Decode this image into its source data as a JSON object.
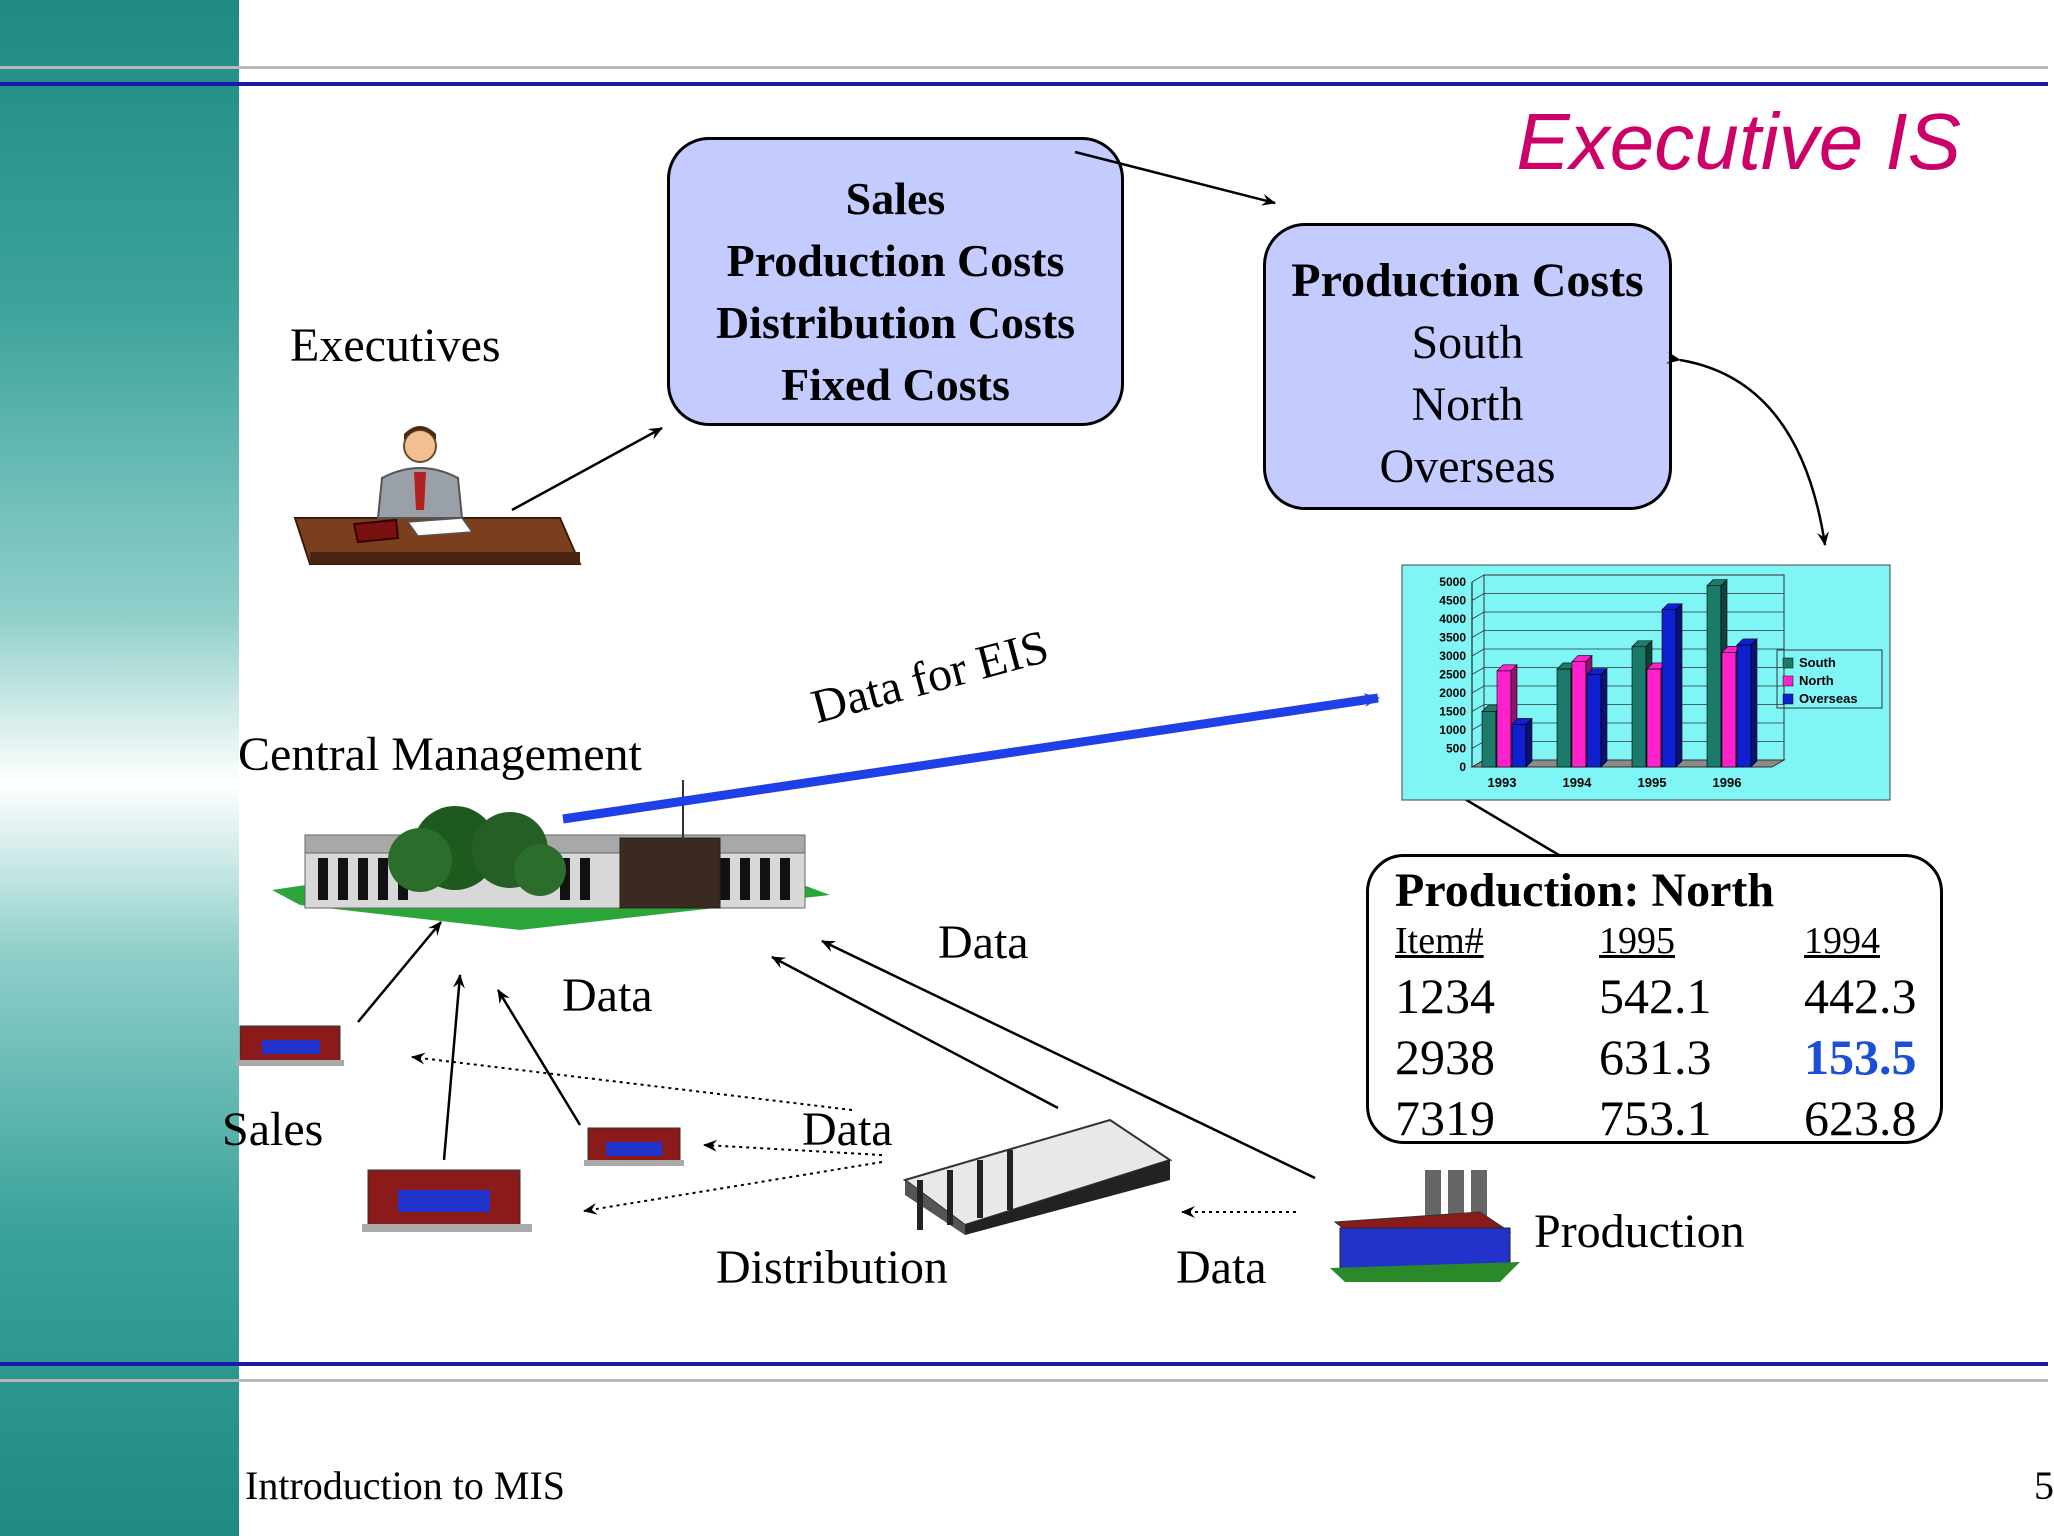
{
  "slide": {
    "title": "Executive IS",
    "footer": "Introduction to MIS",
    "page_number": "5"
  },
  "summary_box": {
    "lines": [
      "Sales",
      "Production Costs",
      "Distribution Costs",
      "Fixed Costs"
    ]
  },
  "detail_box": {
    "heading": "Production Costs",
    "items": [
      "South",
      "North",
      "Overseas"
    ]
  },
  "labels": {
    "executives": "Executives",
    "central_management": "Central Management",
    "data_for_eis": "Data for EIS",
    "data_1": "Data",
    "data_2": "Data",
    "data_3": "Data",
    "data_4": "Data",
    "sales": "Sales",
    "distribution": "Distribution",
    "production": "Production"
  },
  "production_table": {
    "title": "Production: North",
    "headers": [
      "Item#",
      "1995",
      "1994"
    ],
    "rows": [
      [
        "1234",
        "542.1",
        "442.3"
      ],
      [
        "2938",
        "631.3",
        "153.5"
      ],
      [
        "7319",
        "753.1",
        "623.8"
      ]
    ],
    "highlight_color": "#1a4fd6"
  },
  "chart_data": {
    "type": "bar",
    "categories": [
      "1993",
      "1994",
      "1995",
      "1996"
    ],
    "series": [
      {
        "name": "South",
        "values": [
          1500,
          2650,
          3250,
          4900
        ],
        "color": "#1b7a6a"
      },
      {
        "name": "North",
        "values": [
          2600,
          2850,
          2650,
          3100
        ],
        "color": "#ff22cc"
      },
      {
        "name": "Overseas",
        "values": [
          1150,
          2500,
          4250,
          3300
        ],
        "color": "#1020d0"
      }
    ],
    "ylim": [
      0,
      5000
    ],
    "yticks": [
      "0",
      "500",
      "1000",
      "1500",
      "2000",
      "2500",
      "3000",
      "3500",
      "4000",
      "4500",
      "5000"
    ],
    "legend_position": "right",
    "grid": true,
    "background": "#7ff5f5"
  }
}
